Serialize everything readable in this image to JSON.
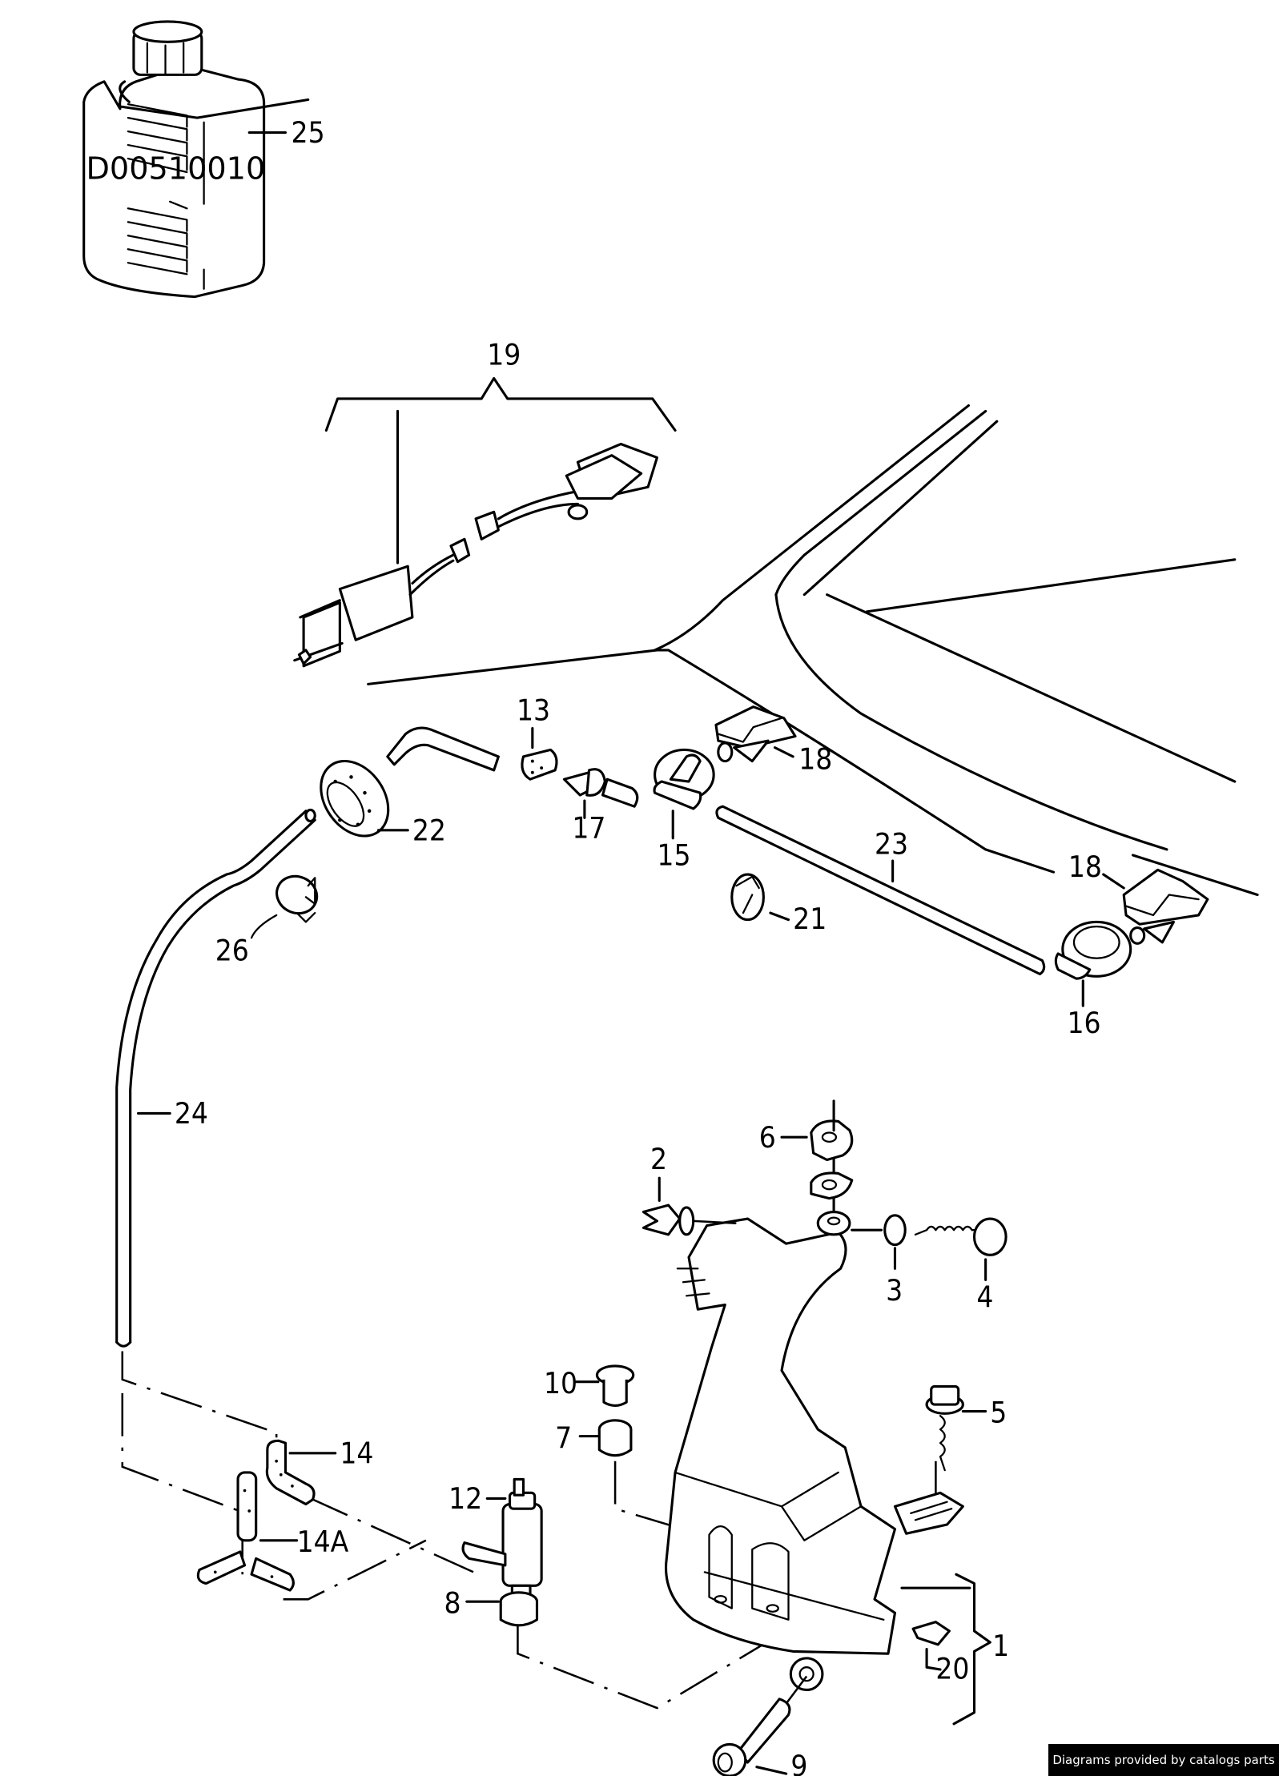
{
  "diagram": {
    "title": "Windshield / headlight washer system parts diagram",
    "bottle_code": "D00510010",
    "callouts": {
      "c1": "1",
      "c2": "2",
      "c3": "3",
      "c4": "4",
      "c5": "5",
      "c6": "6",
      "c7": "7",
      "c8": "8",
      "c9": "9",
      "c10": "10",
      "c12": "12",
      "c13": "13",
      "c14": "14",
      "c14a": "14A",
      "c15": "15",
      "c16": "16",
      "c17": "17",
      "c18a": "18",
      "c18b": "18",
      "c19": "19",
      "c20": "20",
      "c21": "21",
      "c22": "22",
      "c23": "23",
      "c24": "24",
      "c25": "25",
      "c26": "26"
    }
  },
  "footer": {
    "credit": "Diagrams provided by catalogs parts"
  }
}
